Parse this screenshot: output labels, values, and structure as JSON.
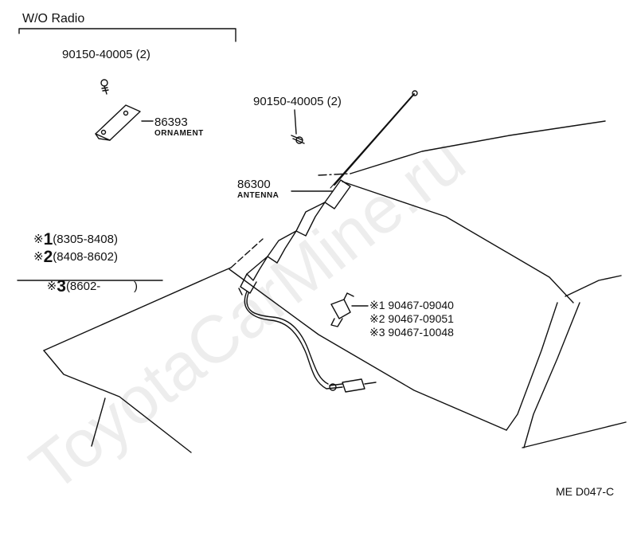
{
  "title": "W/O Radio",
  "parts": {
    "screw_top": "90150-40005",
    "screw_top_qty": "(2)",
    "ornament_no": "86393",
    "ornament_name": "ORNAMENT",
    "screw_mid": "90150-40005",
    "screw_mid_qty": "(2)",
    "antenna_no": "86300",
    "antenna_name": "ANTENNA",
    "clip1": "90467-09040",
    "clip2": "90467-09051",
    "clip3": "90467-10048"
  },
  "legend": [
    {
      "mark": "※",
      "num": "1",
      "range": "(8305-8408)"
    },
    {
      "mark": "※",
      "num": "2",
      "range": "(8408-8602)"
    },
    {
      "mark": "※",
      "num": "3",
      "range": "(8602-          )"
    }
  ],
  "clip_marks": [
    "※1",
    "※2",
    "※3"
  ],
  "code": "ME D047-C",
  "watermark": "ToyotaCarMine.ru"
}
